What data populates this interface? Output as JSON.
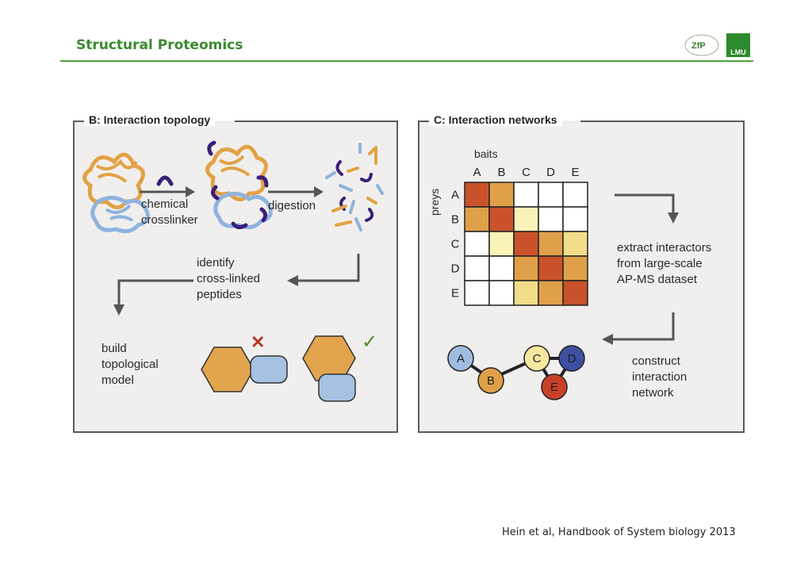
{
  "header": {
    "title": "Structural Proteomics",
    "logo_left": "ZfP",
    "logo_right": "LMU"
  },
  "panel_b": {
    "title": "B: Interaction topology",
    "crosslinker_label": "chemical\ncrosslinker",
    "digestion_label": "digestion",
    "identify_label": "identify\ncross-linked\npeptides",
    "build_label": "build\ntopological\nmodel",
    "wrong_mark": "✕",
    "right_mark": "✓"
  },
  "panel_c": {
    "title": "C: Interaction networks",
    "baits_label": "baits",
    "preys_label": "preys",
    "extract_label": "extract interactors\nfrom large-scale\nAP-MS dataset",
    "construct_label": "construct\ninteraction\nnetwork",
    "matrix": {
      "columns": [
        "A",
        "B",
        "C",
        "D",
        "E"
      ],
      "rows": [
        "A",
        "B",
        "C",
        "D",
        "E"
      ],
      "cells": [
        [
          "#c9522a",
          "#e0a04a",
          "#ffffff",
          "#ffffff",
          "#ffffff"
        ],
        [
          "#e0a04a",
          "#c9522a",
          "#faf3b8",
          "#ffffff",
          "#ffffff"
        ],
        [
          "#ffffff",
          "#faf3b8",
          "#c9522a",
          "#e0a04a",
          "#f3dc8a"
        ],
        [
          "#ffffff",
          "#ffffff",
          "#e0a04a",
          "#c9522a",
          "#e0a04a"
        ],
        [
          "#ffffff",
          "#ffffff",
          "#f3dc8a",
          "#e0a04a",
          "#c9522a"
        ]
      ]
    },
    "network_nodes": [
      {
        "label": "A",
        "color": "#9fbde0"
      },
      {
        "label": "B",
        "color": "#e0a04a"
      },
      {
        "label": "C",
        "color": "#f7e6a0"
      },
      {
        "label": "D",
        "color": "#3d4fa0"
      },
      {
        "label": "E",
        "color": "#c9402a"
      }
    ]
  },
  "citation": "Hein et al, Handbook of System biology 2013"
}
